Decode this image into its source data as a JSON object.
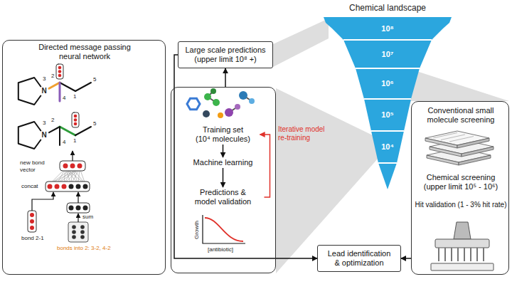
{
  "diagram": {
    "nodes": [
      {
        "text": [
          "Directed message passing neural network"
        ]
      },
      {
        "text": [
          "Large scale predictions (upper limit 10⁸ +)"
        ]
      },
      {
        "text": []
      },
      {
        "text": [
          "Training set (10⁴ molecules)"
        ],
        "in": 2
      },
      {
        "text": [
          "Machine learning"
        ],
        "in": 2
      },
      {
        "text": [
          "Predictions & model validation"
        ],
        "in": 2
      },
      {
        "text": [
          "Chemical landscape"
        ]
      },
      {
        "text": [
          "10⁸"
        ],
        "in": 6
      },
      {
        "text": [
          "10⁷"
        ],
        "in": 6
      },
      {
        "text": [
          "10⁶"
        ],
        "in": 6
      },
      {
        "text": [
          "10⁵"
        ],
        "in": 6
      },
      {
        "text": [
          "10⁴"
        ],
        "in": 6
      },
      {
        "text": [
          "Conventional small molecule screening",
          "Chemical screening (upper limit 10⁵ - 10⁶)",
          "Hit validation (1 - 3% hit rate)"
        ]
      },
      {
        "text": [
          "Lead identification & optimization"
        ]
      }
    ],
    "edges": [
      {
        "from": 3,
        "to": 4,
        "arrow": "to"
      },
      {
        "from": 4,
        "to": 5,
        "arrow": "to"
      },
      {
        "from": 5,
        "to": 3,
        "arrow": "to",
        "label": "Iterative model re-training"
      },
      {
        "from": 2,
        "to": 1,
        "arrow": "to"
      },
      {
        "from": 1,
        "to": 13,
        "arrow": "to"
      },
      {
        "from": 12,
        "to": 13,
        "arrow": "to"
      }
    ],
    "labels": [
      "N",
      "3",
      "2",
      "1",
      "4",
      "5",
      "N",
      "3",
      "2",
      "1",
      "4",
      "5",
      "new bond vector",
      "concat",
      "sum",
      "bond 2-1",
      "bonds into 2: 3-2, 4-2",
      "Growth",
      "[antibiotic]"
    ]
  }
}
